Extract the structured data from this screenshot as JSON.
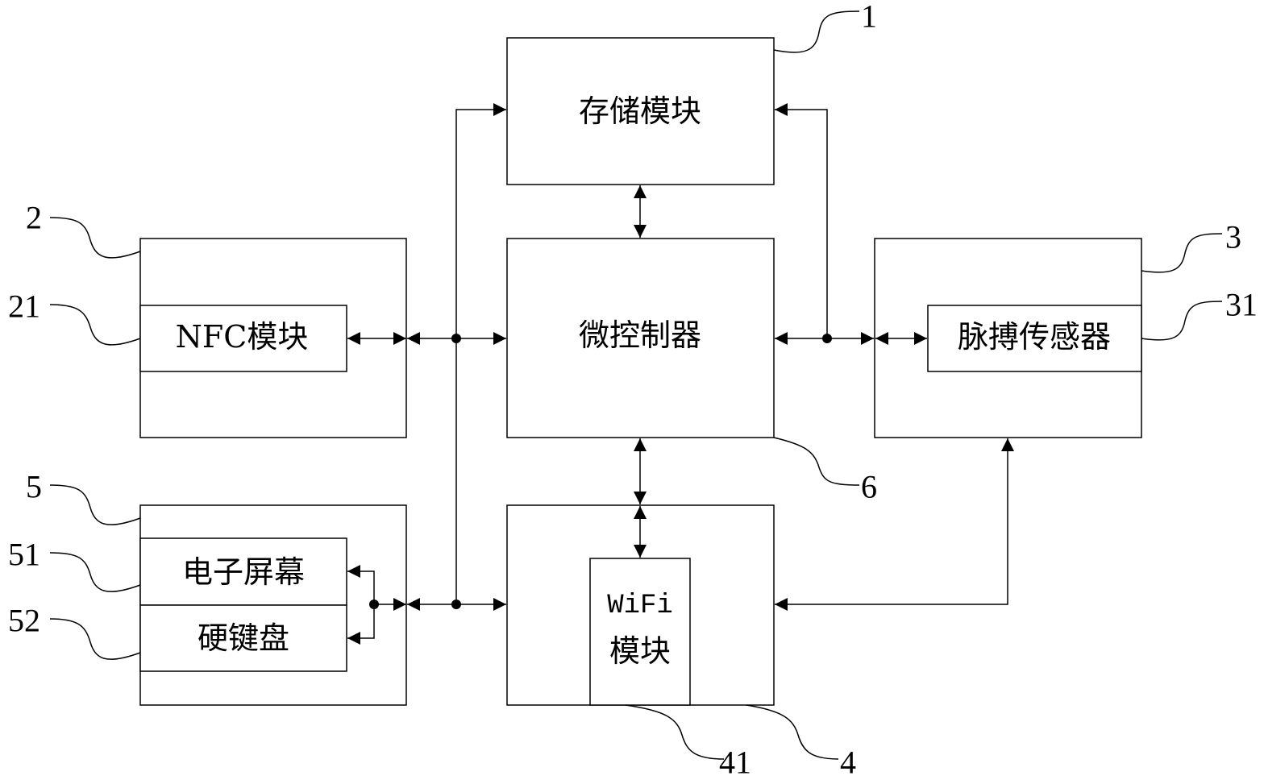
{
  "blocks": {
    "storage": "存储模块",
    "mcu": "微控制器",
    "nfc": "NFC模块",
    "pulse": "脉搏传感器",
    "screen": "电子屏幕",
    "keyboard": "硬键盘",
    "wifi_line1": "WiFi",
    "wifi_line2": "模块"
  },
  "refs": {
    "storage": "1",
    "nfc_unit": "2",
    "nfc_module": "21",
    "sensor_unit": "3",
    "pulse_sensor": "31",
    "wifi_unit": "4",
    "wifi_module": "41",
    "io_unit": "5",
    "screen": "51",
    "keyboard": "52",
    "mcu": "6"
  }
}
